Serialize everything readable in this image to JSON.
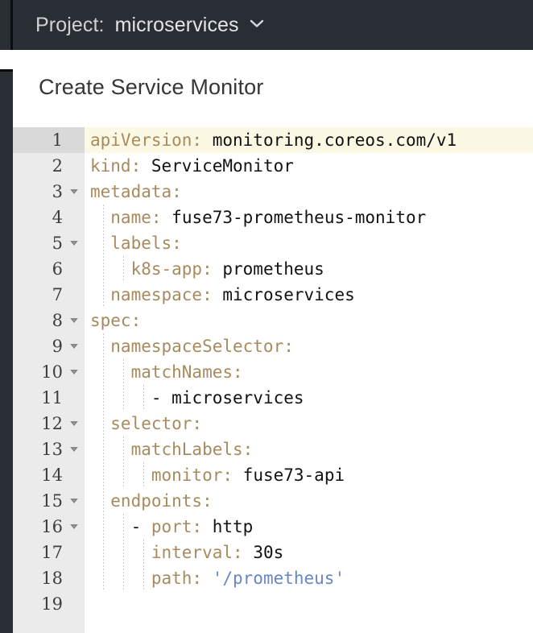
{
  "masthead": {
    "project_label": "Project:",
    "project_value": "microservices",
    "chevron_icon": "chevron-down-icon",
    "background": "#292e34"
  },
  "page": {
    "title": "Create Service Monitor",
    "title_color": "#363636"
  },
  "editor": {
    "language": "yaml",
    "active_line": 1,
    "active_line_color": "#fbf8e3",
    "gutter_color": "#ebebeb",
    "key_color": "#a78b5f",
    "value_color": "#121212",
    "string_color": "#6a85c6",
    "lines": [
      {
        "n": "1",
        "fold": false,
        "active": true,
        "indent": 0,
        "tokens": [
          {
            "t": "apiVersion:",
            "c": "key"
          },
          {
            "t": " ",
            "c": "plain"
          },
          {
            "t": "monitoring.coreos.com/v1",
            "c": "val"
          }
        ]
      },
      {
        "n": "2",
        "fold": false,
        "active": false,
        "indent": 0,
        "tokens": [
          {
            "t": "kind:",
            "c": "key"
          },
          {
            "t": " ",
            "c": "plain"
          },
          {
            "t": "ServiceMonitor",
            "c": "val"
          }
        ]
      },
      {
        "n": "3",
        "fold": true,
        "active": false,
        "indent": 0,
        "tokens": [
          {
            "t": "metadata:",
            "c": "key"
          }
        ]
      },
      {
        "n": "4",
        "fold": false,
        "active": false,
        "indent": 1,
        "tokens": [
          {
            "t": "  name:",
            "c": "key"
          },
          {
            "t": " ",
            "c": "plain"
          },
          {
            "t": "fuse73-prometheus-monitor",
            "c": "val"
          }
        ]
      },
      {
        "n": "5",
        "fold": true,
        "active": false,
        "indent": 1,
        "tokens": [
          {
            "t": "  labels:",
            "c": "key"
          }
        ]
      },
      {
        "n": "6",
        "fold": false,
        "active": false,
        "indent": 2,
        "tokens": [
          {
            "t": "    k8s-app:",
            "c": "key"
          },
          {
            "t": " ",
            "c": "plain"
          },
          {
            "t": "prometheus",
            "c": "val"
          }
        ]
      },
      {
        "n": "7",
        "fold": false,
        "active": false,
        "indent": 1,
        "tokens": [
          {
            "t": "  namespace:",
            "c": "key"
          },
          {
            "t": " ",
            "c": "plain"
          },
          {
            "t": "microservices",
            "c": "val"
          }
        ]
      },
      {
        "n": "8",
        "fold": true,
        "active": false,
        "indent": 0,
        "tokens": [
          {
            "t": "spec:",
            "c": "key"
          }
        ]
      },
      {
        "n": "9",
        "fold": true,
        "active": false,
        "indent": 1,
        "tokens": [
          {
            "t": "  namespaceSelector:",
            "c": "key"
          }
        ]
      },
      {
        "n": "10",
        "fold": true,
        "active": false,
        "indent": 2,
        "tokens": [
          {
            "t": "    matchNames:",
            "c": "key"
          }
        ]
      },
      {
        "n": "11",
        "fold": false,
        "active": false,
        "indent": 3,
        "tokens": [
          {
            "t": "      - ",
            "c": "dash"
          },
          {
            "t": "microservices",
            "c": "val"
          }
        ]
      },
      {
        "n": "12",
        "fold": true,
        "active": false,
        "indent": 1,
        "tokens": [
          {
            "t": "  selector:",
            "c": "key"
          }
        ]
      },
      {
        "n": "13",
        "fold": true,
        "active": false,
        "indent": 2,
        "tokens": [
          {
            "t": "    matchLabels:",
            "c": "key"
          }
        ]
      },
      {
        "n": "14",
        "fold": false,
        "active": false,
        "indent": 3,
        "tokens": [
          {
            "t": "      monitor:",
            "c": "key"
          },
          {
            "t": " ",
            "c": "plain"
          },
          {
            "t": "fuse73-api",
            "c": "val"
          }
        ]
      },
      {
        "n": "15",
        "fold": true,
        "active": false,
        "indent": 1,
        "tokens": [
          {
            "t": "  endpoints:",
            "c": "key"
          }
        ]
      },
      {
        "n": "16",
        "fold": true,
        "active": false,
        "indent": 2,
        "tokens": [
          {
            "t": "    - ",
            "c": "dash"
          },
          {
            "t": "port:",
            "c": "key"
          },
          {
            "t": " ",
            "c": "plain"
          },
          {
            "t": "http",
            "c": "val"
          }
        ]
      },
      {
        "n": "17",
        "fold": false,
        "active": false,
        "indent": 3,
        "tokens": [
          {
            "t": "      interval:",
            "c": "key"
          },
          {
            "t": " ",
            "c": "plain"
          },
          {
            "t": "30s",
            "c": "val"
          }
        ]
      },
      {
        "n": "18",
        "fold": false,
        "active": false,
        "indent": 3,
        "tokens": [
          {
            "t": "      path:",
            "c": "key"
          },
          {
            "t": " ",
            "c": "plain"
          },
          {
            "t": "'/prometheus'",
            "c": "str"
          }
        ]
      },
      {
        "n": "19",
        "fold": false,
        "active": false,
        "indent": 0,
        "tokens": []
      }
    ]
  }
}
